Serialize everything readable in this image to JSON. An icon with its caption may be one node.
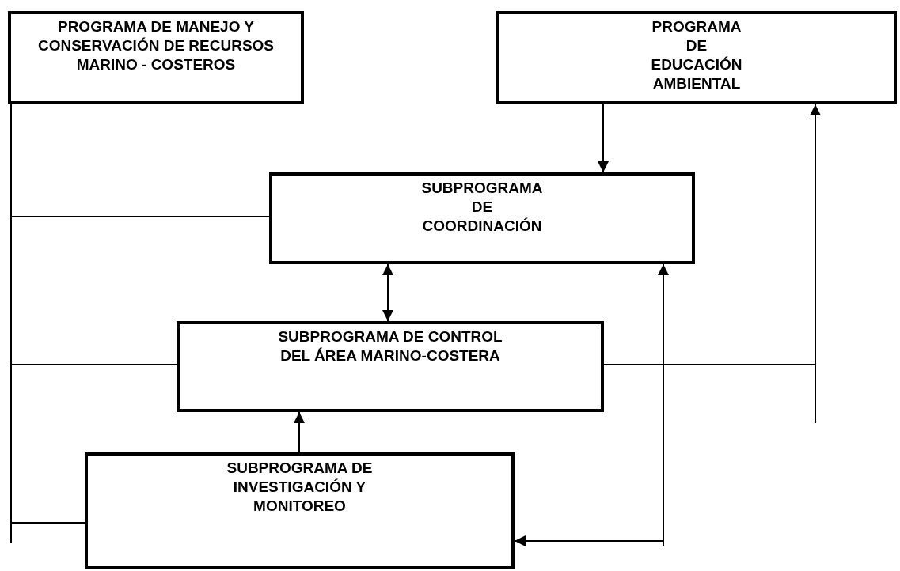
{
  "diagram": {
    "nodes": [
      {
        "text": [
          "PROGRAMA DE MANEJO Y CONSERVACIÓN DE RECURSOS MARINO - COSTEROS"
        ]
      },
      {
        "text": [
          "PROGRAMA DE EDUCACIÓN AMBIENTAL"
        ]
      },
      {
        "text": [
          "SUBPROGRAMA DE COORDINACIÓN"
        ]
      },
      {
        "text": [
          "SUBPROGRAMA DE CONTROL DEL ÁREA MARINO-COSTERA"
        ]
      },
      {
        "text": [
          "SUBPROGRAMA DE INVESTIGACIÓN Y MONITOREO"
        ]
      }
    ],
    "edges": [
      {
        "from": 0,
        "to": 2,
        "arrow": "none"
      },
      {
        "from": 0,
        "to": 3,
        "arrow": "none"
      },
      {
        "from": 0,
        "to": 4,
        "arrow": "none"
      },
      {
        "from": 1,
        "to": 2,
        "arrow": "to"
      },
      {
        "from": 2,
        "to": 3,
        "arrow": "both"
      },
      {
        "from": 4,
        "to": 3,
        "arrow": "to"
      },
      {
        "from": 3,
        "to": 1,
        "arrow": "to"
      },
      {
        "from": 2,
        "to": 4,
        "arrow": "both"
      }
    ]
  }
}
